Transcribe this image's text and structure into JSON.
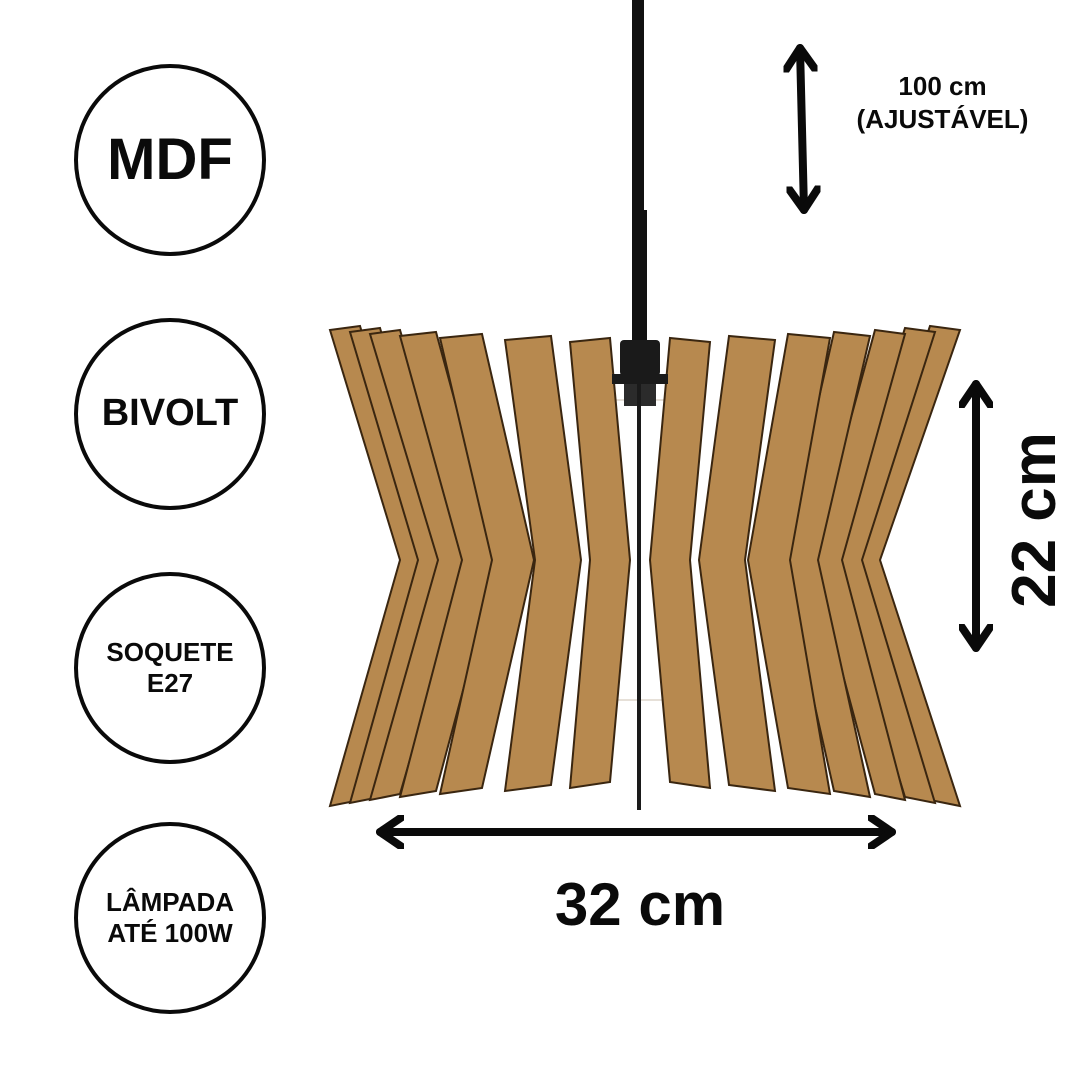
{
  "badges": {
    "material": "MDF",
    "voltage": "BIVOLT",
    "socket_line1": "SOQUETE",
    "socket_line2": "E27",
    "bulb_line1": "LÂMPADA",
    "bulb_line2": "ATÉ 100W"
  },
  "dimensions": {
    "cable_length": "100 cm",
    "cable_note": "(AJUSTÁVEL)",
    "lamp_height": "22 cm",
    "lamp_width": "32 cm"
  },
  "product": {
    "material_color": "#b7894f",
    "icons": [
      "pendant-lamp-illustration",
      "arrow-vertical-icon",
      "arrow-horizontal-icon"
    ]
  }
}
